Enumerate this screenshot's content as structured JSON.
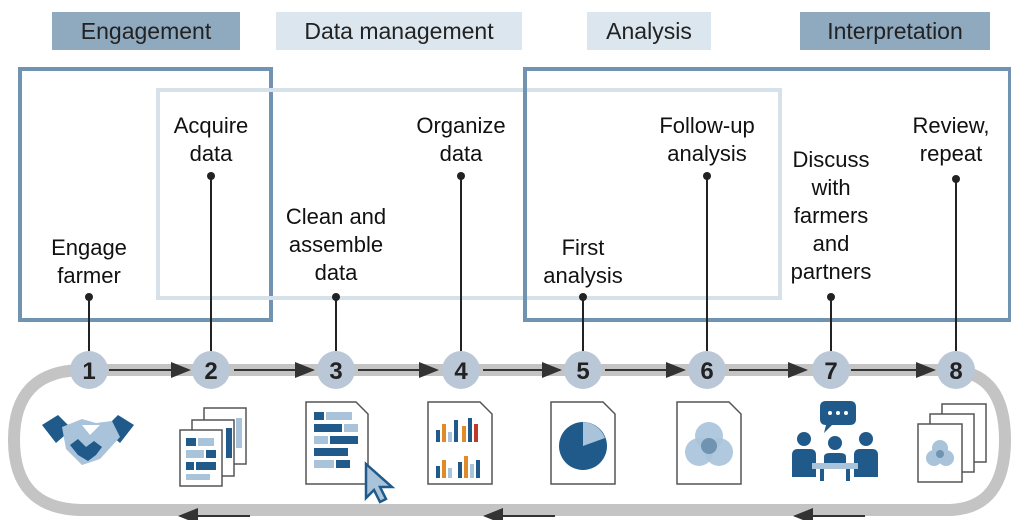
{
  "colors": {
    "phase_dark": "#8fa9bf",
    "phase_light": "#dce6ee",
    "frame_dark": "#6f93b0",
    "frame_light": "#d6e1ea",
    "circle": "#b9c7d6",
    "track": "#c4c4c4",
    "icon_blue": "#1f5a8a",
    "icon_light": "#a9c3da"
  },
  "phases": [
    {
      "label": "Engagement"
    },
    {
      "label": "Data management"
    },
    {
      "label": "Analysis"
    },
    {
      "label": "Interpretation"
    }
  ],
  "steps": [
    {
      "number": "1",
      "label": "Engage\nfarmer",
      "icon": "handshake-icon"
    },
    {
      "number": "2",
      "label": "Acquire\ndata",
      "icon": "documents-icon"
    },
    {
      "number": "3",
      "label": "Clean and\nassemble\ndata",
      "icon": "cursor-document-icon"
    },
    {
      "number": "4",
      "label": "Organize\ndata",
      "icon": "bar-chart-document-icon"
    },
    {
      "number": "5",
      "label": "First\nanalysis",
      "icon": "pie-chart-document-icon"
    },
    {
      "number": "6",
      "label": "Follow-up\nanalysis",
      "icon": "venn-document-icon"
    },
    {
      "number": "7",
      "label": "Discuss\nwith\nfarmers\nand\npartners",
      "icon": "meeting-icon"
    },
    {
      "number": "8",
      "label": "Review,\nrepeat",
      "icon": "stacked-documents-icon"
    }
  ]
}
